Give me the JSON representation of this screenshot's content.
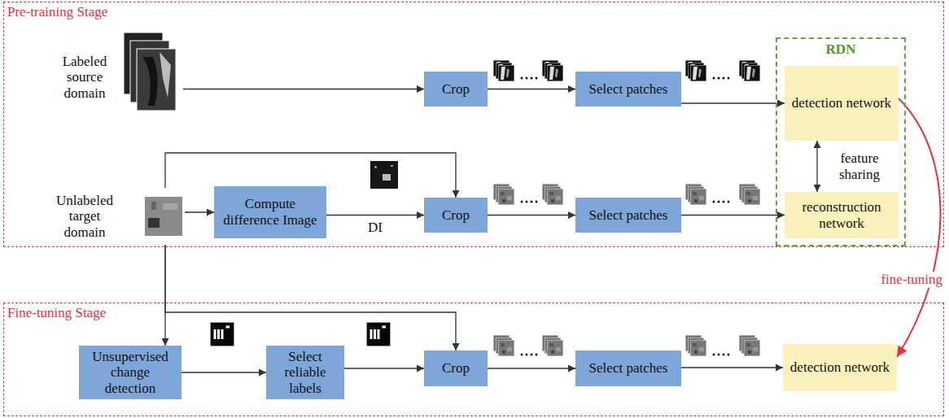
{
  "diagram": {
    "nodes": [
      {
        "text": [
          "Pre-training Stage"
        ]
      },
      {
        "text": [
          "Labeled source domain"
        ],
        "in": 0
      },
      {
        "text": [
          "Crop"
        ],
        "in": 0
      },
      {
        "text": [
          "Select patches"
        ],
        "in": 0
      },
      {
        "text": [
          "RDN"
        ],
        "in": 0
      },
      {
        "text": [
          "detection network"
        ],
        "in": 4
      },
      {
        "text": [
          "Unlabeled target domain"
        ],
        "in": 0
      },
      {
        "text": [
          "Compute difference Image"
        ],
        "in": 0
      },
      {
        "text": [
          "Crop"
        ],
        "in": 0
      },
      {
        "text": [
          "Select patches"
        ],
        "in": 0
      },
      {
        "text": [
          "reconstruction network"
        ],
        "in": 4
      },
      {
        "text": [
          "Fine-tuning Stage"
        ]
      },
      {
        "text": [
          "Unsupervised change detection"
        ],
        "in": 11
      },
      {
        "text": [
          "Select reliable labels"
        ],
        "in": 11
      },
      {
        "text": [
          "Crop"
        ],
        "in": 11
      },
      {
        "text": [
          "Select patches"
        ],
        "in": 11
      },
      {
        "text": [
          "detection network"
        ],
        "in": 11
      }
    ],
    "edges": [
      {
        "from": 1,
        "to": 2,
        "arrow": "to"
      },
      {
        "from": 2,
        "to": 3,
        "arrow": "to"
      },
      {
        "from": 3,
        "to": 5,
        "arrow": "to"
      },
      {
        "from": 6,
        "to": 7,
        "arrow": "to"
      },
      {
        "from": 7,
        "to": 8,
        "label": "DI",
        "arrow": "to"
      },
      {
        "from": 6,
        "to": 8,
        "arrow": "to"
      },
      {
        "from": 8,
        "to": 9,
        "arrow": "to"
      },
      {
        "from": 9,
        "to": 10,
        "arrow": "to"
      },
      {
        "from": 5,
        "to": 10,
        "label": "feature sharing",
        "arrow": "both"
      },
      {
        "from": 6,
        "to": 12,
        "arrow": "to"
      },
      {
        "from": 6,
        "to": 14,
        "arrow": "to"
      },
      {
        "from": 12,
        "to": 13,
        "arrow": "to"
      },
      {
        "from": 13,
        "to": 14,
        "arrow": "to"
      },
      {
        "from": 14,
        "to": 15,
        "arrow": "to"
      },
      {
        "from": 15,
        "to": 16,
        "arrow": "to"
      },
      {
        "from": 5,
        "to": 16,
        "label": "fine-tuning",
        "arrow": "to"
      }
    ]
  }
}
